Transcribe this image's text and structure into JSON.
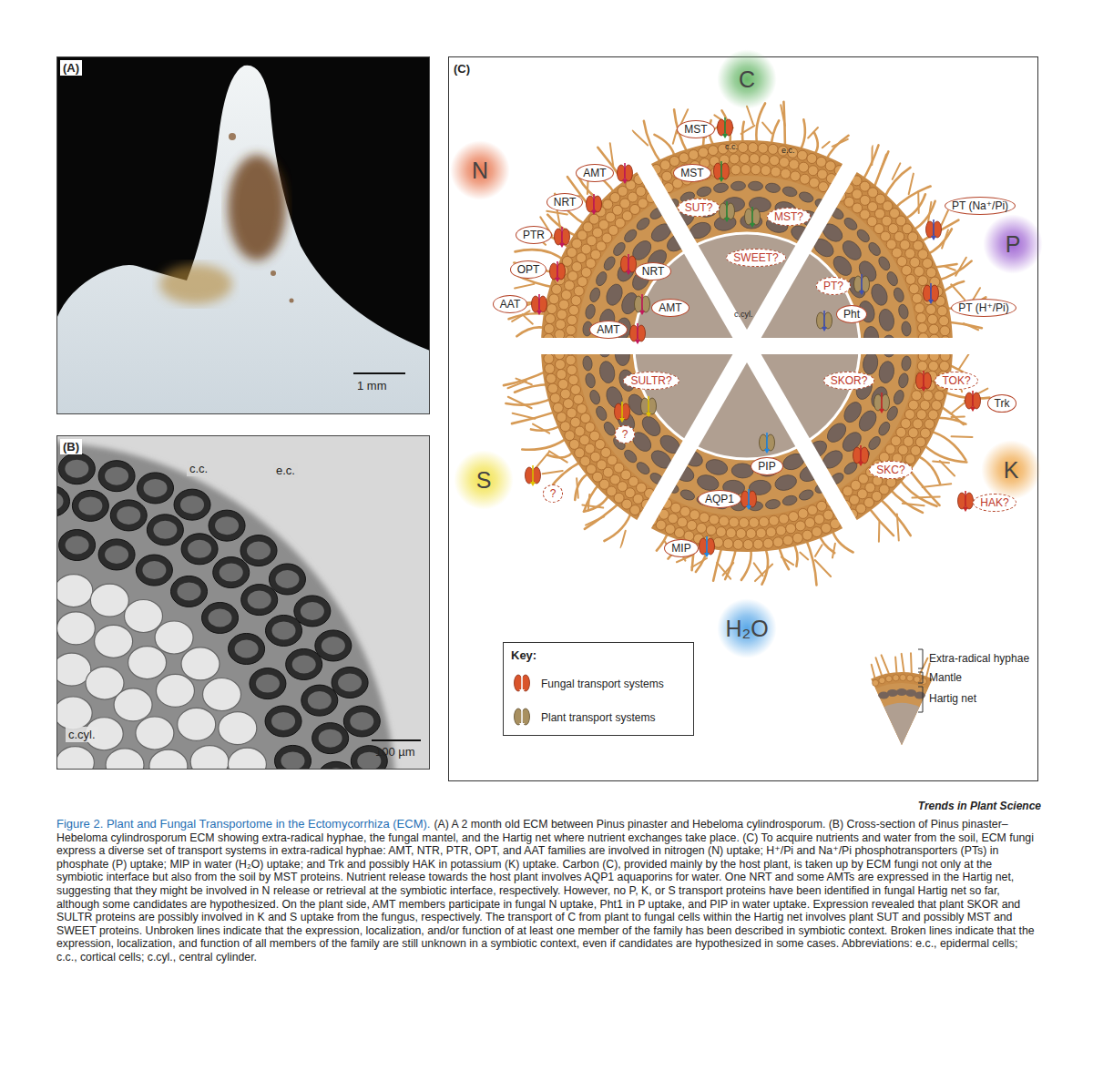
{
  "diagram": {
    "title": "Figure 2. Plant and Fungal Transportome in the Ectomycorrhiza (ECM).",
    "caption": "(A) A 2 month old ECM between Pinus pinaster and Hebeloma cylindrosporum. (B) Cross-section of Pinus pinaster–Hebeloma cylindrosporum ECM showing extra-radical hyphae, the fungal mantel, and the Hartig net where nutrient exchanges take place. (C) To acquire nutrients and water from the soil, ECM fungi express a diverse set of transport systems in extra-radical hyphae: AMT, NTR, PTR, OPT, and AAT families are involved in nitrogen (N) uptake; H⁺/Pi and Na⁺/Pi phosphotransporters (PTs) in phosphate (P) uptake; MIP in water (H₂O) uptake; and Trk and possibly HAK in potassium (K) uptake. Carbon (C), provided mainly by the host plant, is taken up by ECM fungi not only at the symbiotic interface but also from the soil by MST proteins. Nutrient release towards the host plant involves AQP1 aquaporins for water. One NRT and some AMTs are expressed in the Hartig net, suggesting that they might be involved in N release or retrieval at the symbiotic interface, respectively. However, no P, K, or S transport proteins have been identified in fungal Hartig net so far, although some candidates are hypothesized. On the plant side, AMT members participate in fungal N uptake, Pht1 in P uptake, and PIP in water uptake. Expression revealed that plant SKOR and SULTR proteins are possibly involved in K and S uptake from the fungus, respectively. The transport of C from plant to fungal cells within the Hartig net involves plant SUT and possibly MST and SWEET proteins. Unbroken lines indicate that the expression, localization, and/or function of at least one member of the family has been described in symbiotic context. Broken lines indicate that the expression, localization, and function of all members of the family are still unknown in a symbiotic context, even if candidates are hypothesized in some cases. Abbreviations: e.c., epidermal cells; c.c., cortical cells; c.cyl., central cylinder.",
    "nodes": [
      {
        "text": [
          "C"
        ]
      },
      {
        "text": [
          "MST"
        ]
      },
      {
        "text": [
          "MST"
        ]
      },
      {
        "text": [
          "N"
        ]
      },
      {
        "text": [
          "AMT"
        ]
      },
      {
        "text": [
          "NRT"
        ]
      },
      {
        "text": [
          "PTR"
        ]
      },
      {
        "text": [
          "OPT"
        ]
      },
      {
        "text": [
          "AAT"
        ]
      },
      {
        "text": [
          "SUT?"
        ]
      },
      {
        "text": [
          "MST?"
        ]
      },
      {
        "text": [
          "SWEET?"
        ]
      },
      {
        "text": [
          "NRT"
        ]
      },
      {
        "text": [
          "AMT"
        ]
      },
      {
        "text": [
          "AMT"
        ]
      },
      {
        "text": [
          "PT (Na⁺/Pi)"
        ]
      },
      {
        "text": [
          "P"
        ]
      },
      {
        "text": [
          "PT?"
        ]
      },
      {
        "text": [
          "Pht"
        ]
      },
      {
        "text": [
          "PT (H⁺/Pi)"
        ]
      },
      {
        "text": [
          "SULTR?"
        ]
      },
      {
        "text": [
          "SKOR?"
        ]
      },
      {
        "text": [
          "TOK?"
        ]
      },
      {
        "text": [
          "Trk"
        ]
      },
      {
        "text": [
          "?"
        ]
      },
      {
        "text": [
          "S"
        ]
      },
      {
        "text": [
          "?"
        ]
      },
      {
        "text": [
          "PIP"
        ]
      },
      {
        "text": [
          "SKC?"
        ]
      },
      {
        "text": [
          "K"
        ]
      },
      {
        "text": [
          "HAK?"
        ]
      },
      {
        "text": [
          "AQP1"
        ]
      },
      {
        "text": [
          "MIP"
        ]
      },
      {
        "text": [
          "H₂O"
        ]
      },
      {
        "text": [
          "Key:"
        ]
      }
    ],
    "labels": [
      "(A)",
      "1 mm",
      "(B)",
      "c.c.",
      "e.c.",
      "c.cyl.",
      "100 µm",
      "(C)",
      "c.c.",
      "e.c.",
      "c.cyl.",
      "Extra-radical hyphae",
      "Mantle",
      "Hartig net",
      "Trends in Plant Science"
    ],
    "legend": [
      {
        "text": "Fungal transport systems"
      },
      {
        "text": "Plant transport systems"
      }
    ]
  }
}
